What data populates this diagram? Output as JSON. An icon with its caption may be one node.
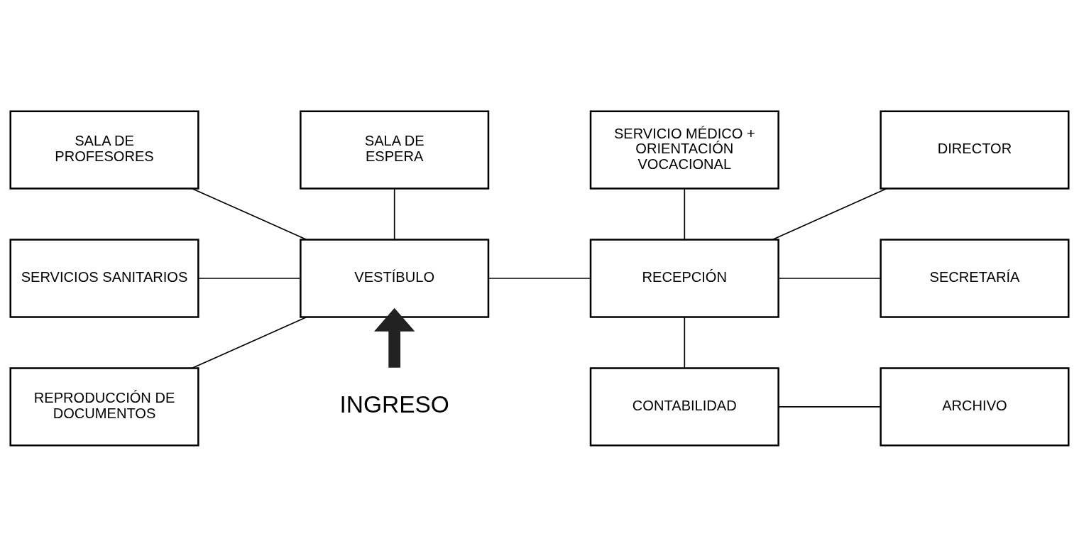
{
  "diagram": {
    "nodes": [
      {
        "text": [
          "SALA DE PROFESORES"
        ]
      },
      {
        "text": [
          "SALA DE ESPERA"
        ]
      },
      {
        "text": [
          "SERVICIO MÉDICO + ORIENTACIÓN VOCACIONAL"
        ]
      },
      {
        "text": [
          "DIRECTOR"
        ]
      },
      {
        "text": [
          "SERVICIOS SANITARIOS"
        ]
      },
      {
        "text": [
          "VESTÍBULO"
        ]
      },
      {
        "text": [
          "RECEPCIÓN"
        ]
      },
      {
        "text": [
          "SECRETARÍA"
        ]
      },
      {
        "text": [
          "REPRODUCCIÓN DE DOCUMENTOS"
        ]
      },
      {
        "text": [
          "CONTABILIDAD"
        ]
      },
      {
        "text": [
          "ARCHIVO"
        ]
      },
      {
        "text": [
          "INGRESO"
        ]
      }
    ],
    "edges": [
      {
        "from": 0,
        "to": 5,
        "arrow": "none"
      },
      {
        "from": 1,
        "to": 5,
        "arrow": "none"
      },
      {
        "from": 2,
        "to": 6,
        "arrow": "none"
      },
      {
        "from": 3,
        "to": 6,
        "arrow": "none"
      },
      {
        "from": 4,
        "to": 5,
        "arrow": "none"
      },
      {
        "from": 5,
        "to": 6,
        "arrow": "none"
      },
      {
        "from": 6,
        "to": 7,
        "arrow": "none"
      },
      {
        "from": 8,
        "to": 5,
        "arrow": "none"
      },
      {
        "from": 6,
        "to": 9,
        "arrow": "none"
      },
      {
        "from": 9,
        "to": 10,
        "arrow": "none"
      },
      {
        "from": 11,
        "to": 5,
        "arrow": "to",
        "style": "thick",
        "color": "#222222"
      }
    ]
  }
}
